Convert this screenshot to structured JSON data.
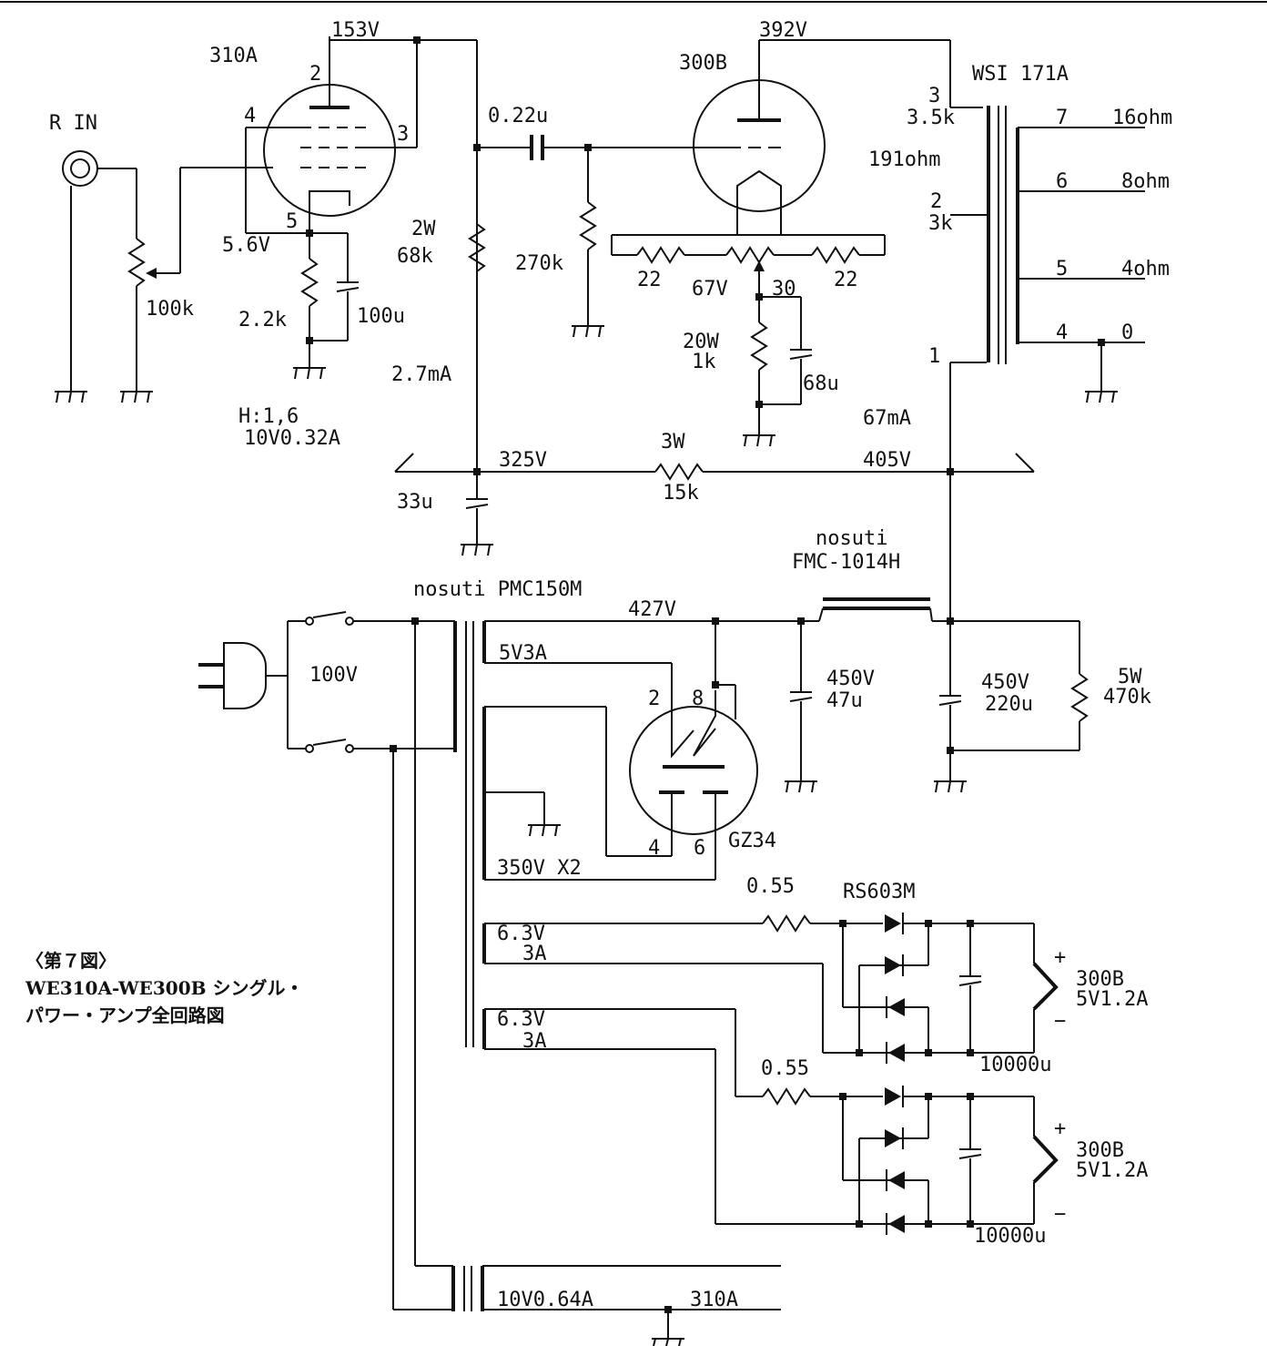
{
  "caption": {
    "figure": "〈第７図〉",
    "line1": "WE310A-WE300B シングル・",
    "line2": "パワー・アンプ全回路図"
  },
  "labels": {
    "r_in": "R IN",
    "tube_310a": "310A",
    "pin2": "2",
    "pin3": "3",
    "pin4": "4",
    "pin5": "5",
    "v153": "153V",
    "v5_6": "5.6V",
    "r2_2k": "2.2k",
    "c100u": "100u",
    "pot100k": "100k",
    "heater1": "H:1,6",
    "heater2": "10V0.32A",
    "c022u": "0.22u",
    "r2w": "2W",
    "r68k": "68k",
    "i2_7ma": "2.7mA",
    "r270k": "270k",
    "tube_300b": "300B",
    "v392": "392V",
    "r22a": "22",
    "r22b": "22",
    "v67": "67V",
    "r30": "30",
    "r20w": "20W",
    "r1k": "1k",
    "c68u": "68u",
    "xfmr": "WSI 171A",
    "x3": "3",
    "x3_5k": "3.5k",
    "x191": "191ohm",
    "x2": "2",
    "x3k": "3k",
    "x1": "1",
    "x7": "7",
    "x16": "16ohm",
    "x6": "6",
    "x8": "8ohm",
    "x5": "5",
    "x4ohm": "4ohm",
    "x4": "4",
    "x0": "0",
    "i67ma": "67mA",
    "v325": "325V",
    "r3w": "3W",
    "r15k": "15k",
    "v405": "405V",
    "c33u": "33u",
    "choke1": "nosuti",
    "choke2": "FMC-1014H",
    "ptrans": "nosuti PMC150M",
    "v427": "427V",
    "v100": "100V",
    "s5v3a": "5V3A",
    "s350": "350V X2",
    "gz2": "2",
    "gz8": "8",
    "gz4": "4",
    "gz6": "6",
    "gz34": "GZ34",
    "c450a": "450V",
    "c47u": "47u",
    "c450b": "450V",
    "c220u": "220u",
    "r5w": "5W",
    "r470k": "470k",
    "r055a": "0.55",
    "rs603": "RS603M",
    "s63a": "6.3V",
    "s3aa": "3A",
    "s63b": "6.3V",
    "s3ab": "3A",
    "plus1": "+",
    "minus1": "−",
    "out1a": "300B",
    "out1b": "5V1.2A",
    "cap1": "10000u",
    "r055b": "0.55",
    "plus2": "+",
    "minus2": "−",
    "out2a": "300B",
    "out2b": "5V1.2A",
    "cap2": "10000u",
    "s10v": "10V0.64A",
    "s310a": "310A"
  }
}
